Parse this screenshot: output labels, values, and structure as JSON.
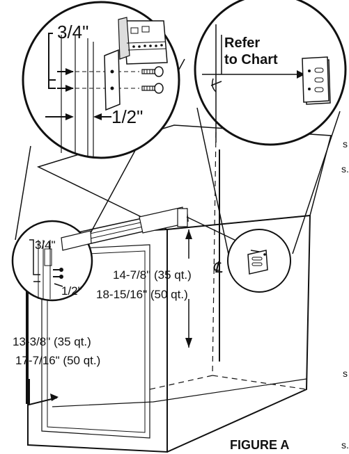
{
  "figure_title": "FIGURE A",
  "callouts": {
    "detail_left_top": "3/4\"",
    "detail_left_side": "1/2\"",
    "detail_right_refer": "Refer",
    "detail_right_chart": "to Chart",
    "small_top": "3/4\"",
    "small_side": "1/2\"",
    "height_35": "14-7/8\" (35 qt.)",
    "height_50": "18-15/16\" (50 qt.)",
    "depth_35": "13-3/8\" (35 qt.)",
    "depth_50": "17-7/16\" (50 qt.)"
  },
  "edge_fragments": [
    "s",
    "s.",
    "s",
    "s."
  ],
  "icons": [
    "centerline-icon",
    "screw-icon",
    "mounting-bracket-icon",
    "drawer-slide-icon"
  ]
}
